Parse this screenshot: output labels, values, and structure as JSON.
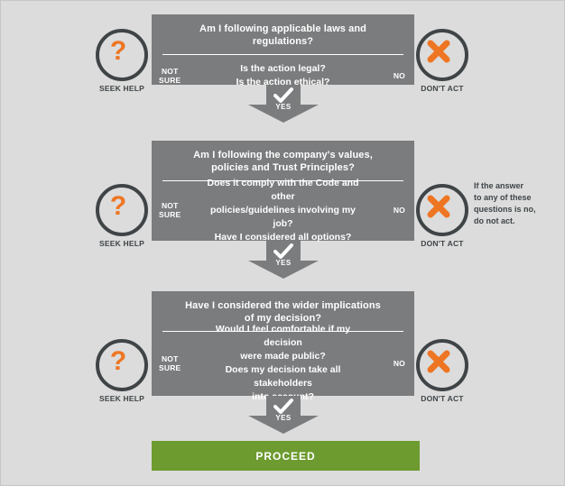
{
  "page": {
    "background_color": "#dcdcdc",
    "box_color": "#7b7c7e",
    "accent_color": "#ee7623",
    "dark_color": "#3f4447",
    "proceed_color": "#6d9b2f"
  },
  "steps": [
    {
      "header": "Am I following applicable laws and regulations?",
      "questions": [
        "Is the action legal?",
        "Is the action ethical?"
      ],
      "left_label_line1": "NOT",
      "left_label_line2": "SURE",
      "right_label": "NO",
      "left_icon_caption": "SEEK HELP",
      "left_icon_name": "question-mark-icon",
      "right_icon_caption": "DON'T ACT",
      "right_icon_name": "cross-icon",
      "arrow_label": "YES"
    },
    {
      "header_line1": "Am I following the company's values,",
      "header_line2": "policies and Trust Principles?",
      "questions": [
        "Does it comply with the Code and other",
        "policies/guidelines involving my job?",
        "Have I considered all options?"
      ],
      "left_label_line1": "NOT",
      "left_label_line2": "SURE",
      "right_label": "NO",
      "left_icon_caption": "SEEK HELP",
      "left_icon_name": "question-mark-icon",
      "right_icon_caption": "DON'T ACT",
      "right_icon_name": "cross-icon",
      "arrow_label": "YES"
    },
    {
      "header_line1": "Have I considered the wider implications",
      "header_line2": "of my decision?",
      "questions": [
        "Would I feel comfortable if my decision",
        "were made public?",
        "Does my decision take all stakeholders",
        "into account?"
      ],
      "left_label_line1": "NOT",
      "left_label_line2": "SURE",
      "right_label": "NO",
      "left_icon_caption": "SEEK HELP",
      "left_icon_name": "question-mark-icon",
      "right_icon_caption": "DON'T ACT",
      "right_icon_name": "cross-icon",
      "arrow_label": "YES"
    }
  ],
  "note": {
    "line1": "If the answer",
    "line2": "to any of these",
    "line3": "questions is no,",
    "line4": "do not act."
  },
  "proceed": {
    "label": "PROCEED"
  }
}
